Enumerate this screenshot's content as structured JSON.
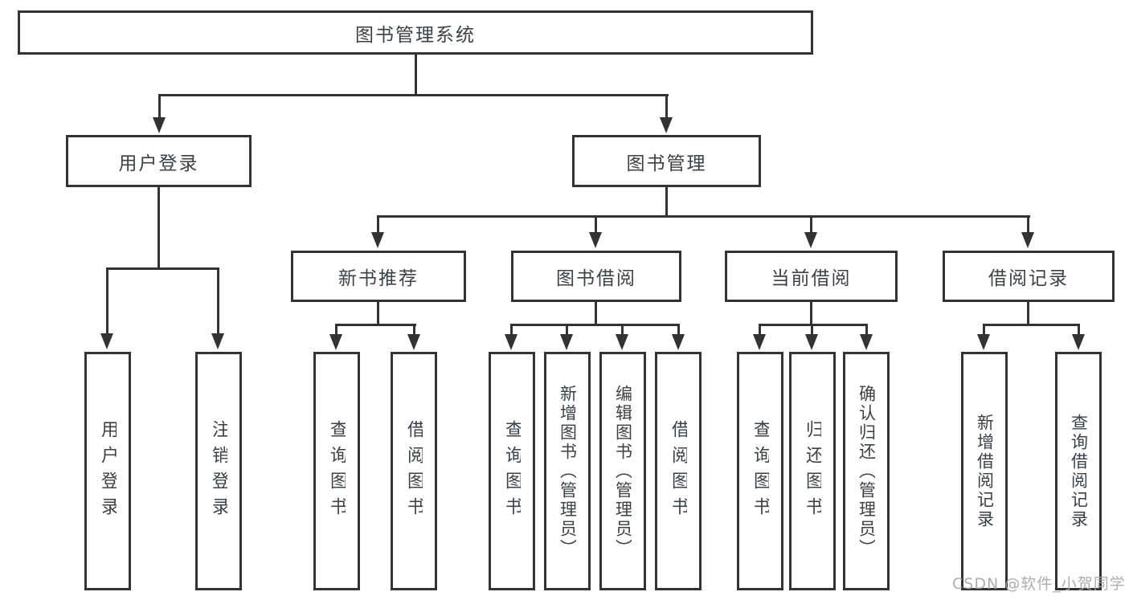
{
  "tree": {
    "label": "图书管理系统",
    "children": [
      {
        "label": "用户登录",
        "children": [
          {
            "label": "用户登录"
          },
          {
            "label": "注销登录"
          }
        ]
      },
      {
        "label": "图书管理",
        "children": [
          {
            "label": "新书推荐",
            "children": [
              {
                "label": "查询图书"
              },
              {
                "label": "借阅图书"
              }
            ]
          },
          {
            "label": "图书借阅",
            "children": [
              {
                "label": "查询图书"
              },
              {
                "label": "新增图书（管理员）"
              },
              {
                "label": "编辑图书（管理员）"
              },
              {
                "label": "借阅图书"
              }
            ]
          },
          {
            "label": "当前借阅",
            "children": [
              {
                "label": "查询图书"
              },
              {
                "label": "归还图书"
              },
              {
                "label": "确认归还（管理员）"
              }
            ]
          },
          {
            "label": "借阅记录",
            "children": [
              {
                "label": "新增借阅记录"
              },
              {
                "label": "查询借阅记录"
              }
            ]
          }
        ]
      }
    ]
  },
  "watermark": {
    "text": "CSDN @软件_小贺同学"
  },
  "colors": {
    "line": "#333333",
    "text": "#3c4148",
    "background": "#ffffff",
    "watermark": "#a5a5a8"
  }
}
